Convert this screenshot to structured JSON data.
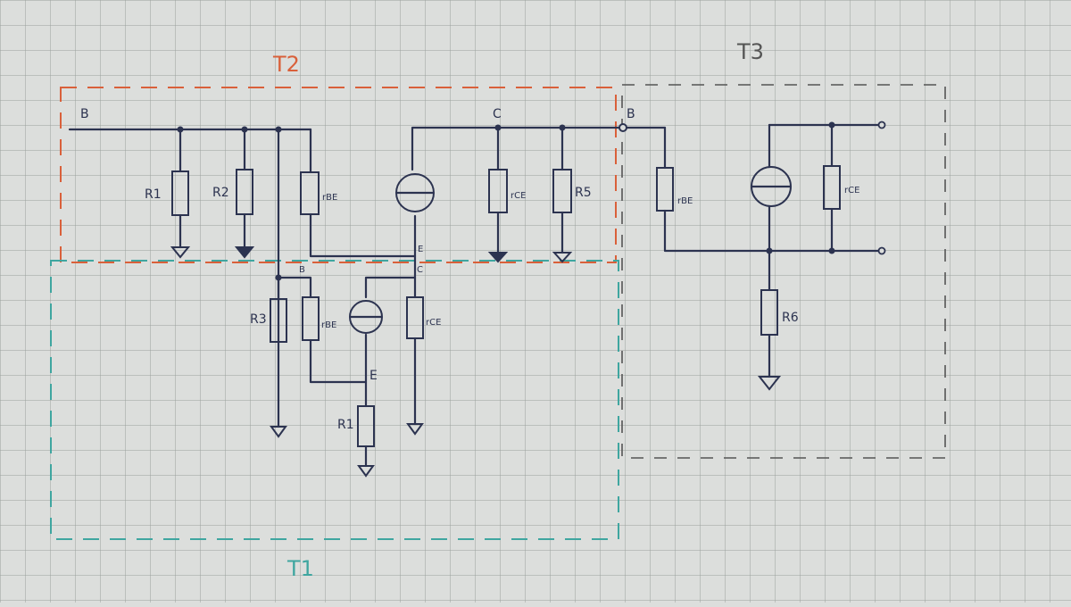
{
  "regions": {
    "t1": {
      "label": "T1",
      "color": "#3fa6a0"
    },
    "t2": {
      "label": "T2",
      "color": "#d9603a"
    },
    "t3": {
      "label": "T3",
      "color": "#555555"
    }
  },
  "nodes": {
    "t2_base": "B",
    "t2_collector": "C",
    "t2_emitter": "E",
    "t3_base": "B",
    "t1_base": "B",
    "t1_collector": "C",
    "t1_emitter": "E"
  },
  "components": {
    "r1_top": "R1",
    "r2": "R2",
    "rbe_t2": "rBE",
    "rce_t2": "rCE",
    "r5": "R5",
    "rbe_t3": "rBE",
    "rce_t3": "rCE",
    "r6": "R6",
    "r3": "R3",
    "rbe_t1": "rBE",
    "rce_t1": "rCE",
    "r1_bottom": "R1"
  },
  "colors": {
    "ink": "#2c3350",
    "paper": "#dcdedc",
    "grid": "#9aa09c"
  }
}
